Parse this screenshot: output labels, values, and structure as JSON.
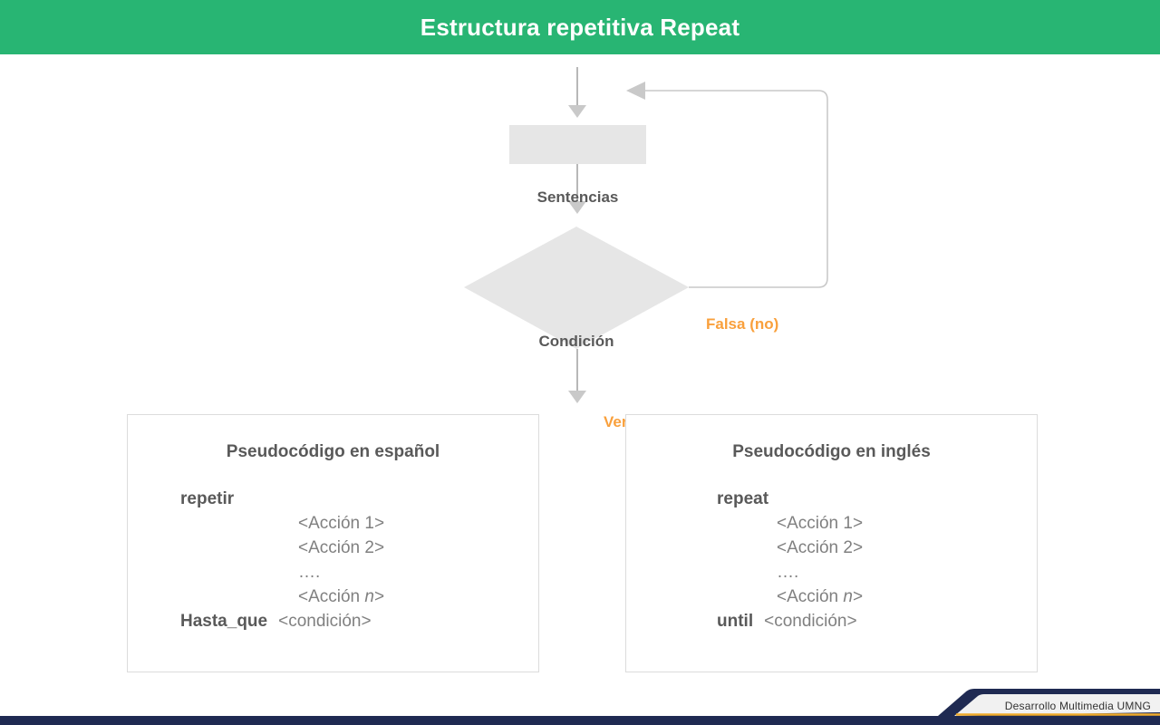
{
  "header": {
    "title": "Estructura repetitiva Repeat",
    "background_color": "#28b573",
    "text_color": "#ffffff"
  },
  "flowchart": {
    "accent_color": "#f9a03c",
    "node_fill": "#e6e6e6",
    "node_text_color": "#595959",
    "connector_color": "#a6a6a6",
    "nodes": [
      {
        "id": "sentencias",
        "shape": "rectangle",
        "label": "Sentencias"
      },
      {
        "id": "condicion",
        "shape": "diamond",
        "label": "Condición"
      }
    ],
    "branches": [
      {
        "id": "falsa",
        "label": "Falsa (no)",
        "color": "#f9a03c"
      },
      {
        "id": "verdadera",
        "label": "Verdadera (Si)",
        "color": "#f9a03c"
      }
    ]
  },
  "panels": [
    {
      "id": "spanish",
      "title": "Pseudocódigo en español",
      "open_keyword": "repetir",
      "actions": [
        "<Acción 1>",
        "<Acción 2>",
        "….",
        "<Acción n>"
      ],
      "action_n_italic_part": "n",
      "close_keyword": "Hasta_que",
      "close_value": "<condición>"
    },
    {
      "id": "english",
      "title": "Pseudocódigo en inglés",
      "open_keyword": "repeat",
      "actions": [
        "<Acción 1>",
        "<Acción 2>",
        "….",
        "<Acción n>"
      ],
      "action_n_italic_part": "n",
      "close_keyword": "until",
      "close_value": "<condición>"
    }
  ],
  "footer": {
    "credit": "Desarrollo Multimedia UMNG",
    "bar_color": "#1f2a52",
    "accent_color": "#f0ab2b",
    "text_color": "#333333"
  }
}
